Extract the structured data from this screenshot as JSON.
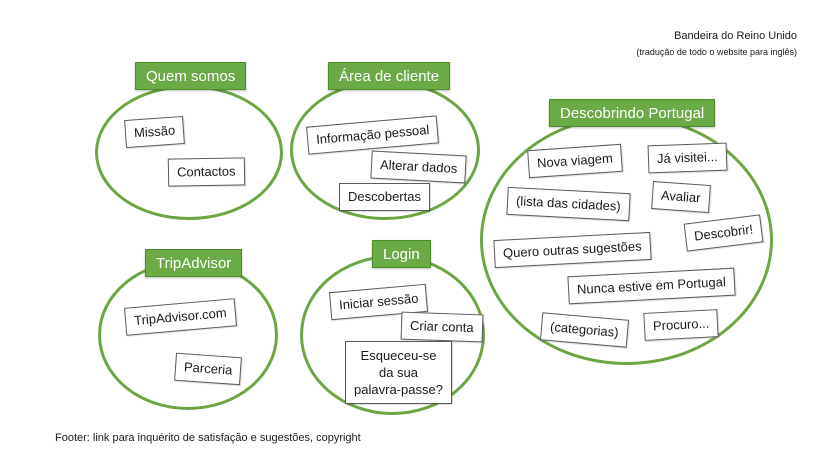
{
  "header": {
    "note": "Bandeira do Reino Unido",
    "subnote": "(tradução de todo o website para inglês)"
  },
  "clusters": {
    "quem_somos": {
      "title": "Quem somos",
      "items": [
        "Missão",
        "Contactos"
      ]
    },
    "area_cliente": {
      "title": "Área de cliente",
      "items": [
        "Informação pessoal",
        "Alterar dados",
        "Descobertas"
      ]
    },
    "tripadvisor": {
      "title": "TripAdvisor",
      "items": [
        "TripAdvisor.com",
        "Parceria"
      ]
    },
    "login": {
      "title": "Login",
      "items": [
        "Iniciar sessão",
        "Criar conta",
        "Esqueceu-se da sua palavra-passe?"
      ]
    },
    "descobrindo": {
      "title": "Descobrindo Portugal",
      "items": [
        "Nova viagem",
        "Já visitei...",
        "(lista das cidades)",
        "Avaliar",
        "Quero outras sugestões",
        "Descobrir!",
        "Nunca estive em Portugal",
        "(categorias)",
        "Procuro..."
      ]
    }
  },
  "footer": {
    "text": "Footer: link para inquérito de satisfação e sugestões, copyright"
  },
  "colors": {
    "accent_green": "#6aab45",
    "circle_border": "#6da544",
    "card_border": "#5a5a5a"
  }
}
